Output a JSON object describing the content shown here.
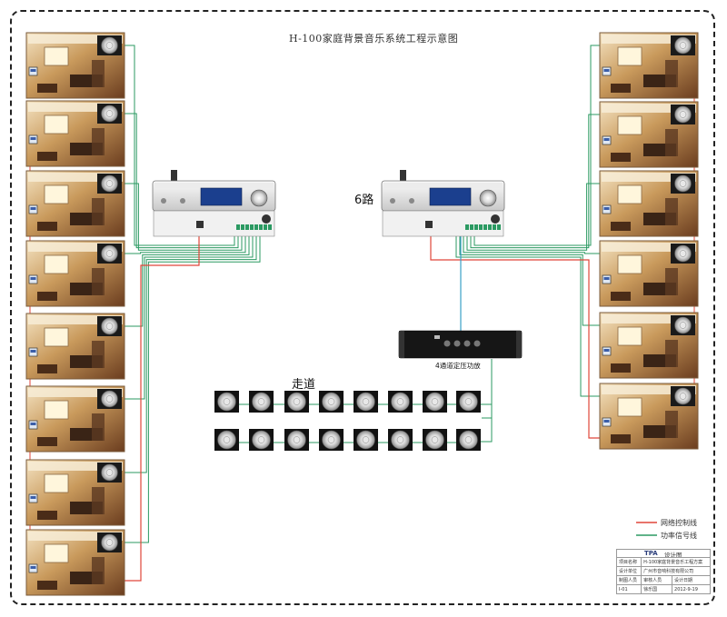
{
  "title": "H-100家庭背景音乐系统工程示意图",
  "labels": {
    "zones": "6路",
    "corridor": "走道",
    "amplifier": "4通道定压功放"
  },
  "legend": [
    {
      "text": "网络控制线",
      "color": "#e0463a"
    },
    {
      "text": "功率信号线",
      "color": "#2b9a62"
    }
  ],
  "info_block": {
    "logo": "TPA",
    "heading": "设计图",
    "rows": [
      [
        "项目名称",
        "H-100家庭背景音乐工程方案"
      ],
      [
        "设计单位",
        "广州市音响科技有限公司"
      ],
      [
        "制图人员",
        "审核人员",
        "设计日期"
      ],
      [
        "I-01",
        "徐乐国",
        "2012-9-19"
      ]
    ]
  },
  "colors": {
    "control_line": "#e0463a",
    "signal_line": "#2b9a62",
    "network_line": "#3a9fc6"
  }
}
